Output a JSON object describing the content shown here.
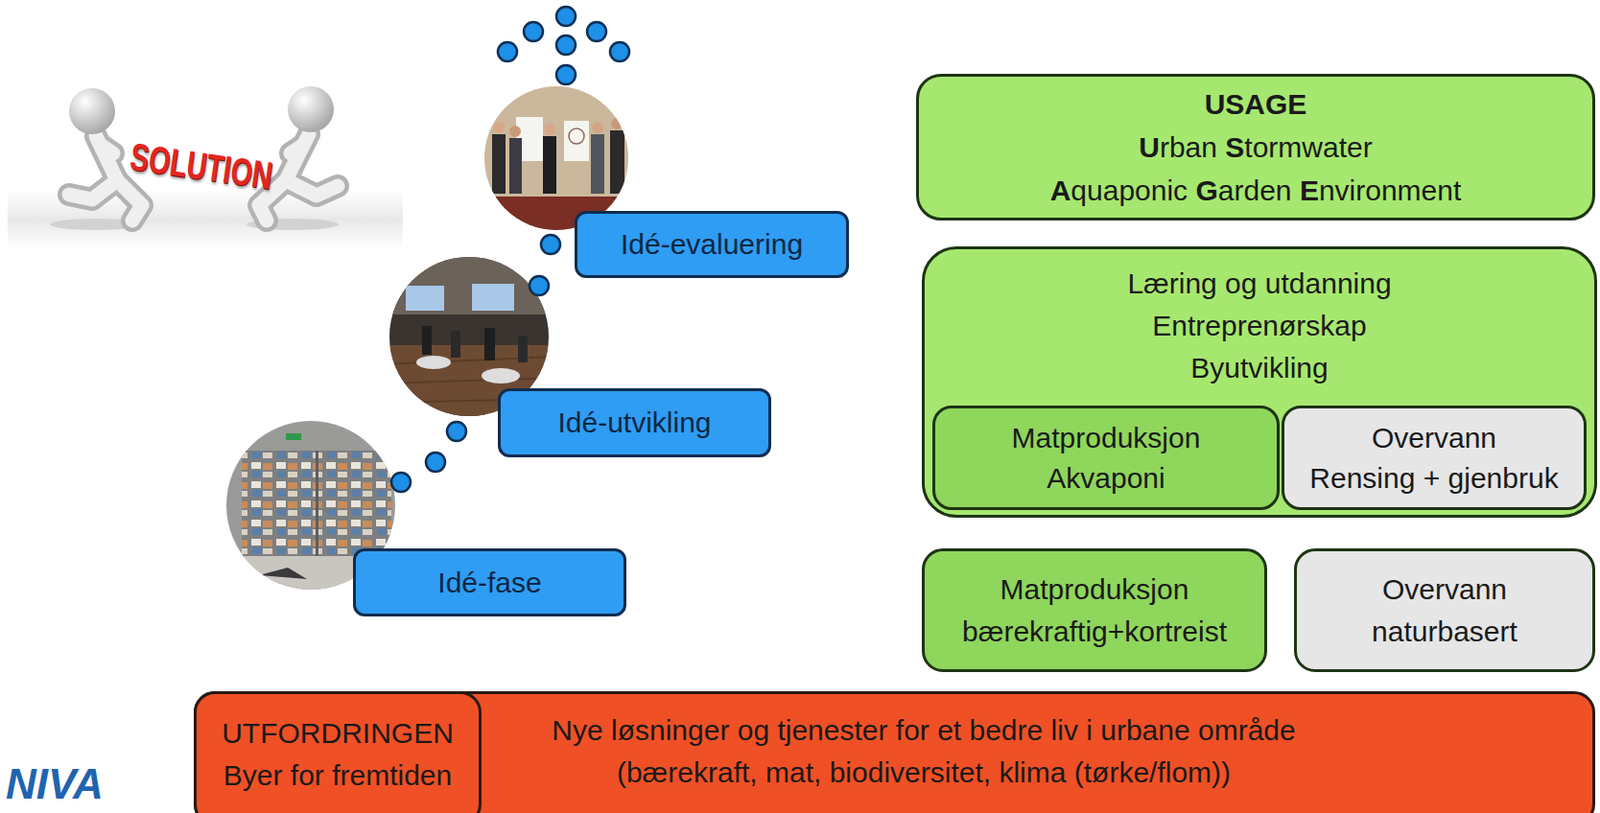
{
  "diagram": {
    "nodes": [
      {
        "text": [
          "USAGE",
          "Urban Stormwater Aquaponic Garden Environment"
        ]
      },
      {
        "text": [
          "Læring og utdanning",
          "Entreprenørskap",
          "Byutvikling"
        ]
      },
      {
        "text": [
          "Matproduksjon",
          "Akvaponi"
        ],
        "in": 1
      },
      {
        "text": [
          "Overvann",
          "Rensing + gjenbruk"
        ],
        "in": 1
      },
      {
        "text": [
          "Idé-evaluering"
        ]
      },
      {
        "text": [
          "Idé-utvikling"
        ]
      },
      {
        "text": [
          "Idé-fase"
        ]
      },
      {
        "text": [
          "Matproduksjon",
          "bærekraftig+kortreist"
        ]
      },
      {
        "text": [
          "Overvann",
          "naturbasert"
        ]
      },
      {
        "text": [
          "Nye løsninger og tjenester for et bedre liv i urbane område",
          "(bærekraft, mat, biodiversitet, klima (tørke/flom))"
        ]
      },
      {
        "text": [
          "UTFORDRINGEN",
          "Byer for fremtiden"
        ],
        "in": 9
      }
    ],
    "labels": [
      "SOLUTION",
      "NIVA"
    ]
  }
}
